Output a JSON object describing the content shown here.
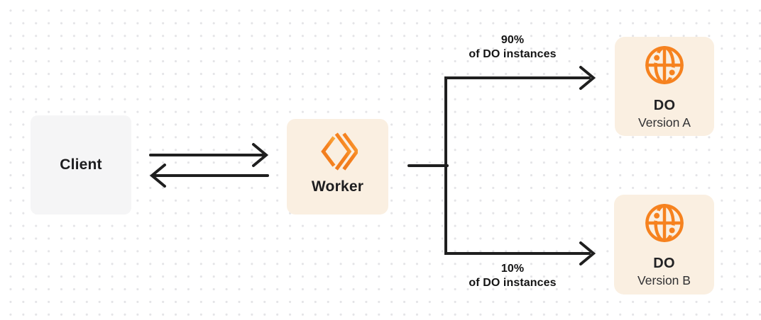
{
  "canvas": {
    "background": "#FFFFFF",
    "dot_grid_color": "#E4E4E7"
  },
  "colors": {
    "accent_orange": "#F6821F",
    "node_cream": "#FAEFE1",
    "node_gray": "#F5F5F6",
    "connector_dark": "#1F1F1F",
    "text_primary": "#1D1D1F",
    "text_secondary": "#303032"
  },
  "nodes": {
    "client": {
      "label": "Client"
    },
    "worker": {
      "label": "Worker",
      "icon": "cloudflare-workers-logo-icon"
    },
    "do_version_a": {
      "title": "DO",
      "subtitle": "Version A",
      "icon": "durable-object-globe-icon"
    },
    "do_version_b": {
      "title": "DO",
      "subtitle": "Version B",
      "icon": "durable-object-globe-icon"
    }
  },
  "edges": {
    "client_worker": {
      "type": "bidirectional-arrows"
    },
    "top_branch": {
      "percent": "90%",
      "caption": "of DO instances"
    },
    "bottom_branch": {
      "percent": "10%",
      "caption": "of DO instances"
    }
  }
}
